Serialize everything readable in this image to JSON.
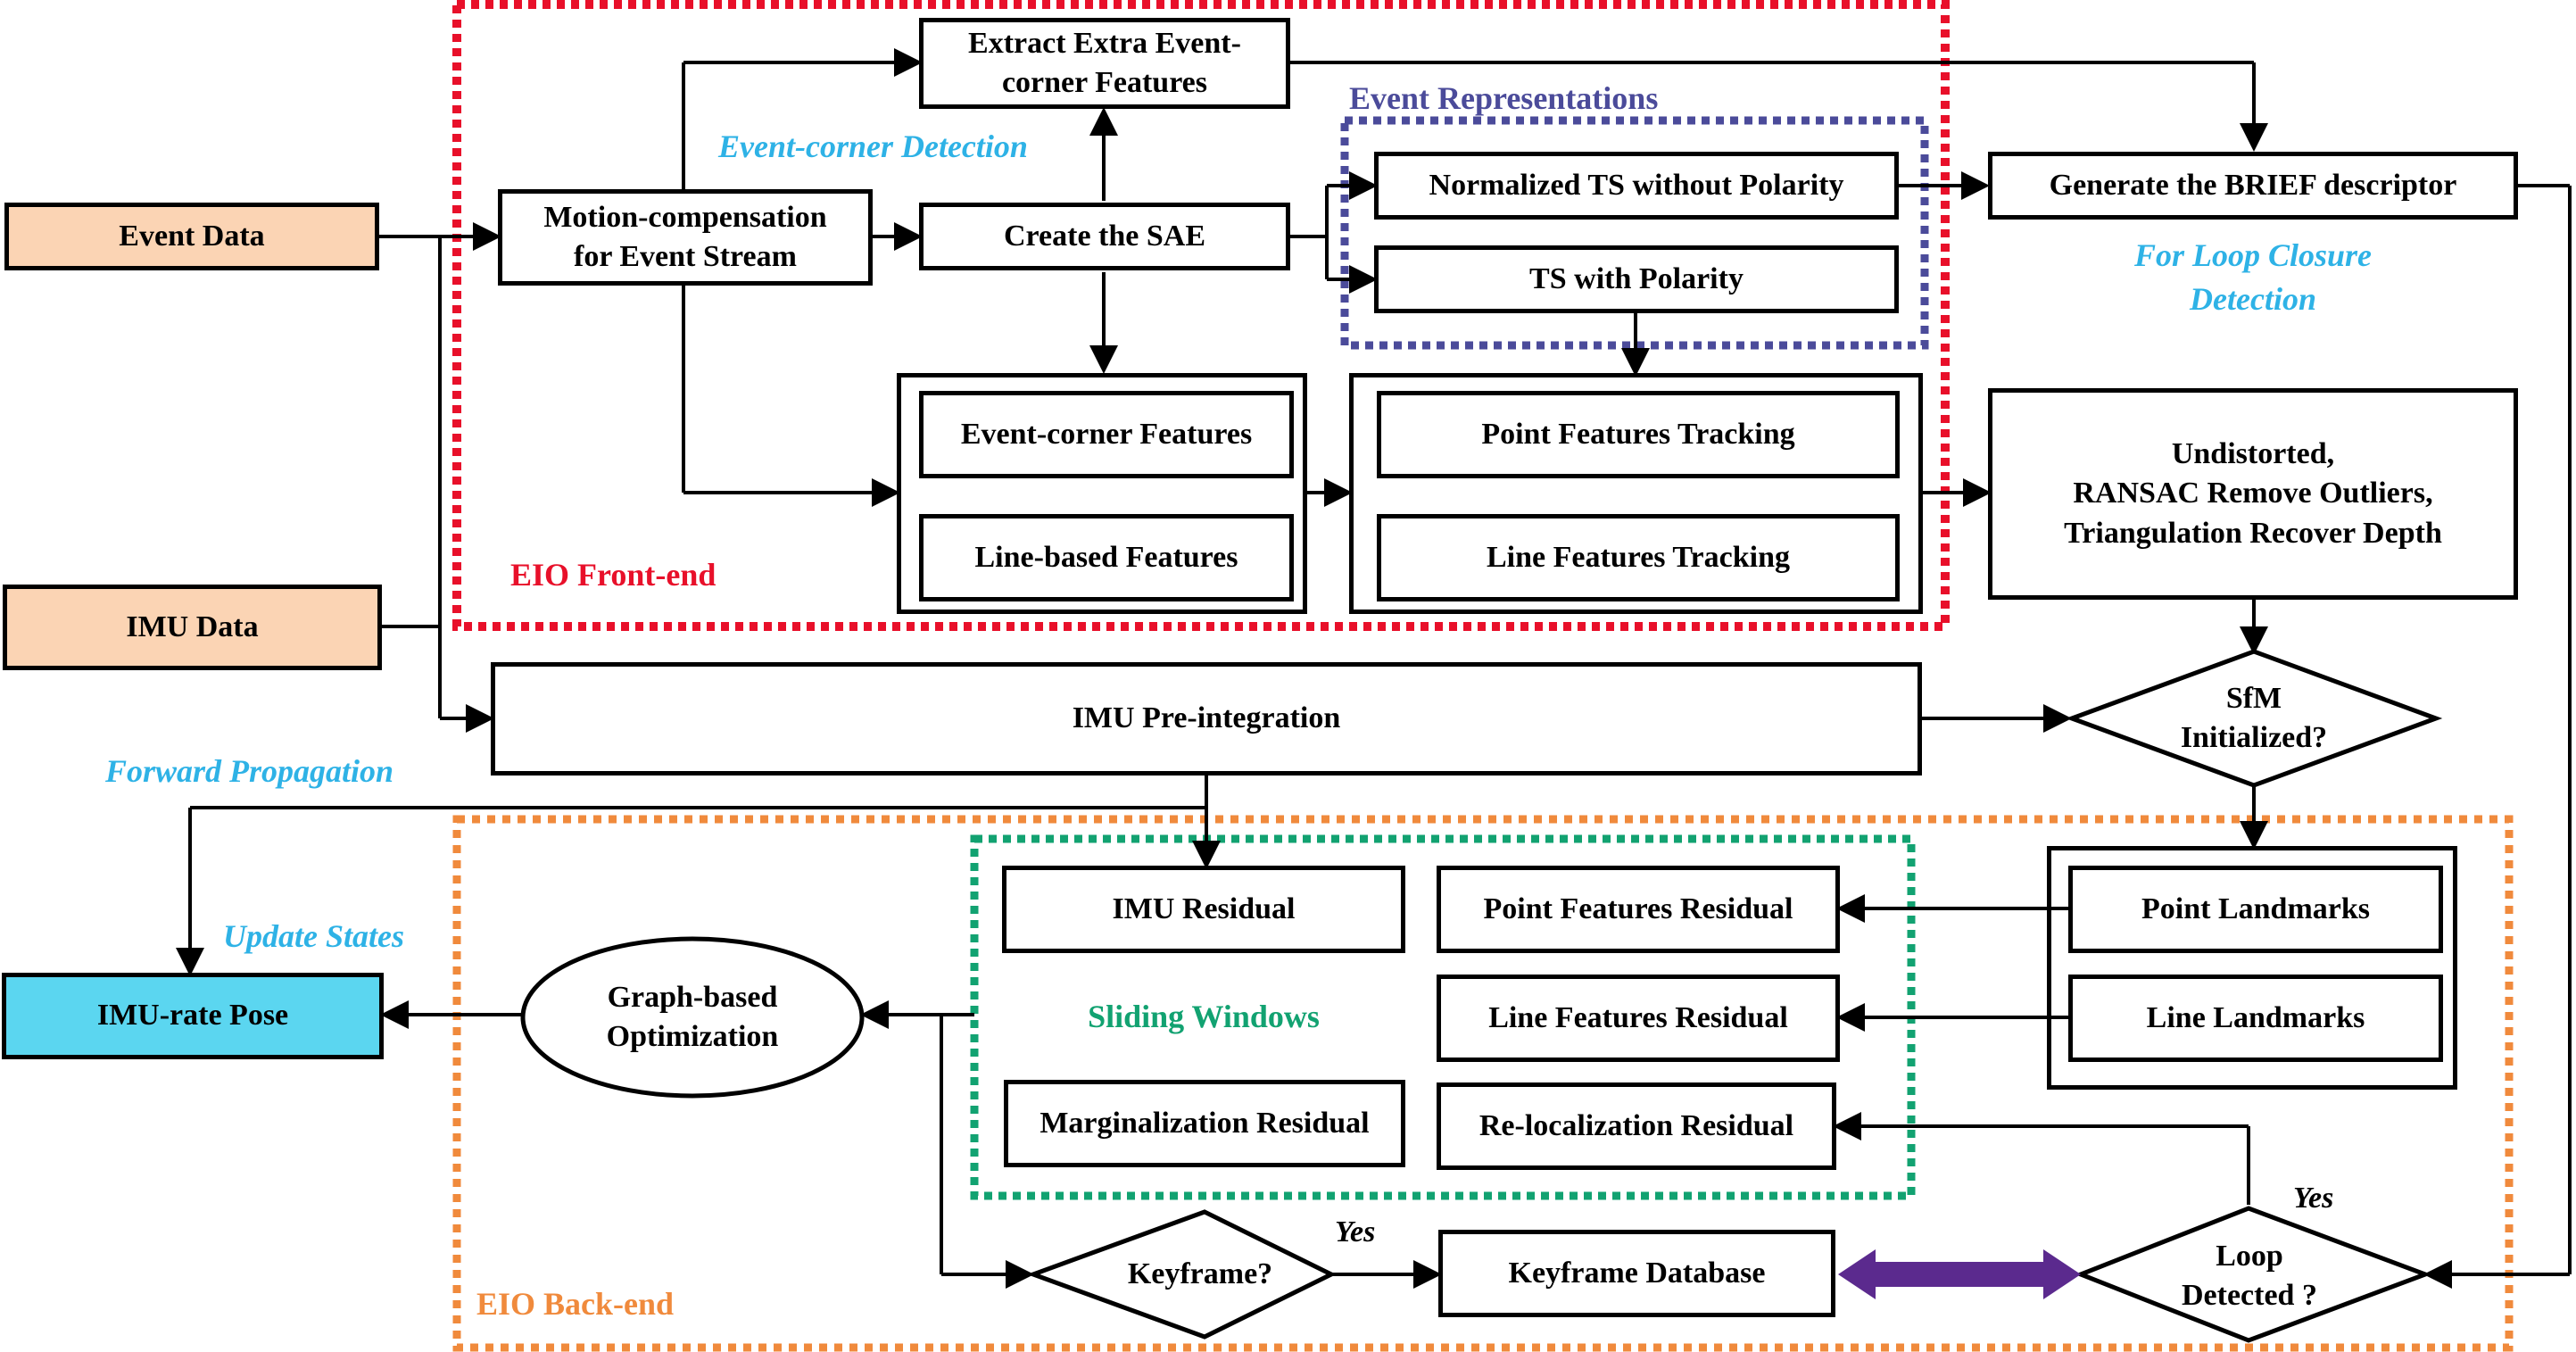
{
  "colors": {
    "frontend": "#E8102A",
    "event_rep": "#4B4B9A",
    "sliding": "#12A271",
    "backend": "#F08A3C",
    "italic_blue": "#2EB2E6",
    "input_fill": "#FBD4B4",
    "output_fill": "#5BD6F0",
    "bidir_arrow": "#5B2A8E"
  },
  "inputs": {
    "event_data": "Event Data",
    "imu_data": "IMU Data"
  },
  "output": {
    "imu_rate_pose": "IMU-rate Pose"
  },
  "frontend": {
    "label": "EIO Front-end",
    "motion_comp": "Motion-compensation\nfor Event Stream",
    "create_sae": "Create the SAE",
    "extract_extra": "Extract Extra Event-\ncorner Features",
    "event_corner_detection": "Event-corner Detection",
    "event_representations": "Event Representations",
    "normalized_ts": "Normalized TS without Polarity",
    "ts_polarity": "TS with Polarity",
    "event_corner_features": "Event-corner Features",
    "line_based_features": "Line-based Features",
    "point_tracking": "Point Features Tracking",
    "line_tracking": "Line Features Tracking"
  },
  "loop": {
    "brief": "Generate the BRIEF descriptor",
    "for_loop_closure": "For Loop Closure\nDetection",
    "undistorted": "Undistorted,\nRANSAC Remove Outliers,\nTriangulation Recover Depth"
  },
  "imu_preintegration": "IMU Pre-integration",
  "sfm": "SfM\nInitialized?",
  "forward_propagation": "Forward Propagation",
  "update_states": "Update States",
  "backend": {
    "label": "EIO Back-end",
    "graph_opt": "Graph-based\nOptimization",
    "sliding_windows": "Sliding Windows",
    "imu_residual": "IMU Residual",
    "point_residual": "Point Features Residual",
    "line_residual": "Line Features Residual",
    "marg_residual": "Marginalization Residual",
    "reloc_residual": "Re-localization Residual",
    "point_landmarks": "Point Landmarks",
    "line_landmarks": "Line Landmarks",
    "keyframe": "Keyframe?",
    "keyframe_db": "Keyframe Database",
    "loop_detected": "Loop\nDetected ?",
    "yes_keyframe": "Yes",
    "yes_loop": "Yes"
  }
}
